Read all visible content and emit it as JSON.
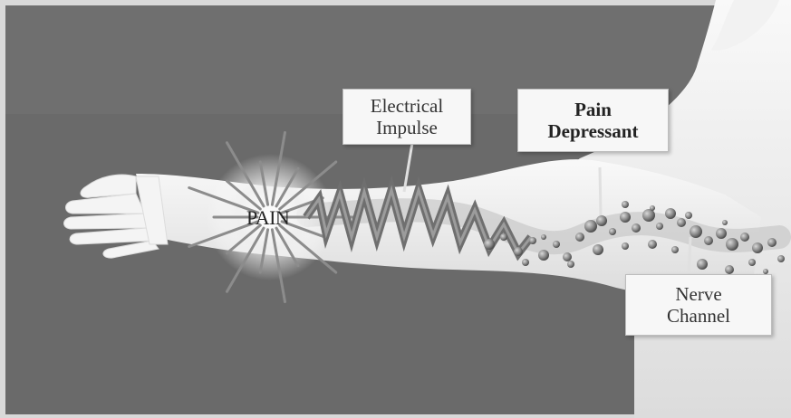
{
  "labels": {
    "pain": "PAIN",
    "electrical_impulse": [
      "Electrical",
      "Impulse"
    ],
    "pain_depressant": [
      "Pain",
      "Depressant"
    ],
    "nerve_channel": [
      "Nerve",
      "Channel"
    ]
  },
  "colors": {
    "background": "#6a6a6a",
    "body": "#ececec",
    "impulse": "#6f6f6f",
    "molecules": "#8a8a8a",
    "callout": "#f7f7f7"
  }
}
